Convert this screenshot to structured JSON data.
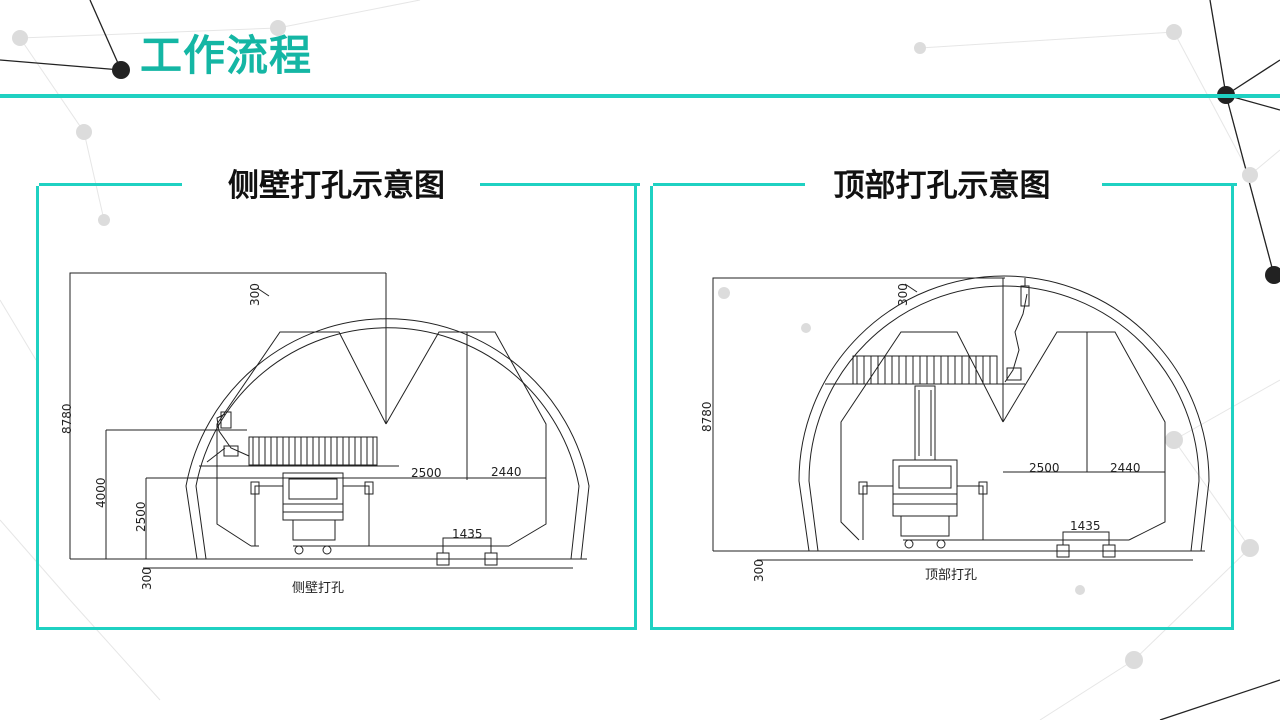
{
  "page": {
    "title": "工作流程",
    "accent_color": "#1fd1c2",
    "title_color": "#14b6a4"
  },
  "panels": [
    {
      "heading": "侧壁打孔示意图",
      "caption": "侧壁打孔",
      "dims": {
        "height_total": "8780",
        "height_4000": "4000",
        "height_2500": "2500",
        "top_300": "300",
        "bottom_300": "300",
        "width_2500": "2500",
        "width_2440": "2440",
        "rail_1435": "1435"
      }
    },
    {
      "heading": "顶部打孔示意图",
      "caption": "顶部打孔",
      "dims": {
        "height_total": "8780",
        "top_300": "300",
        "bottom_300": "300",
        "width_2500": "2500",
        "width_2440": "2440",
        "rail_1435": "1435"
      }
    }
  ]
}
